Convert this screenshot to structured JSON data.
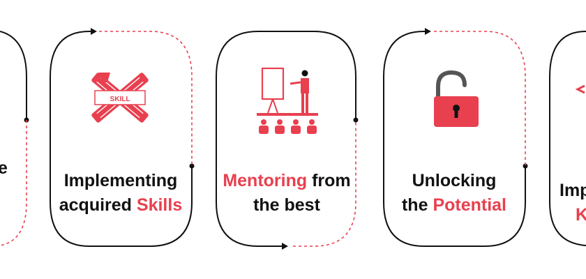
{
  "colors": {
    "accent": "#e8404f",
    "ink": "#111111",
    "dots": "#e8404f"
  },
  "cards": [
    {
      "id": "partial-left",
      "line1": [
        {
          "t": "e",
          "accent": false
        }
      ],
      "line2": [
        {
          "t": "",
          "accent": false
        }
      ]
    },
    {
      "id": "skills",
      "icon": "crossed-tools-skill-icon",
      "badge": "SKILL",
      "line1": [
        {
          "t": "Implementing",
          "accent": false
        }
      ],
      "line2": [
        {
          "t": "acquired ",
          "accent": false
        },
        {
          "t": "Skills",
          "accent": true
        }
      ]
    },
    {
      "id": "mentoring",
      "icon": "presentation-audience-icon",
      "line1": [
        {
          "t": "Mentoring",
          "accent": true
        },
        {
          "t": " from",
          "accent": false
        }
      ],
      "line2": [
        {
          "t": "the best",
          "accent": false
        }
      ]
    },
    {
      "id": "potential",
      "icon": "open-padlock-icon",
      "line1": [
        {
          "t": "Unlocking",
          "accent": false
        }
      ],
      "line2": [
        {
          "t": "the ",
          "accent": false
        },
        {
          "t": "Potential",
          "accent": true
        }
      ]
    },
    {
      "id": "partial-right",
      "line1": [
        {
          "t": "Imp",
          "accent": false
        }
      ],
      "line2": [
        {
          "t": "K",
          "accent": true
        }
      ]
    }
  ]
}
